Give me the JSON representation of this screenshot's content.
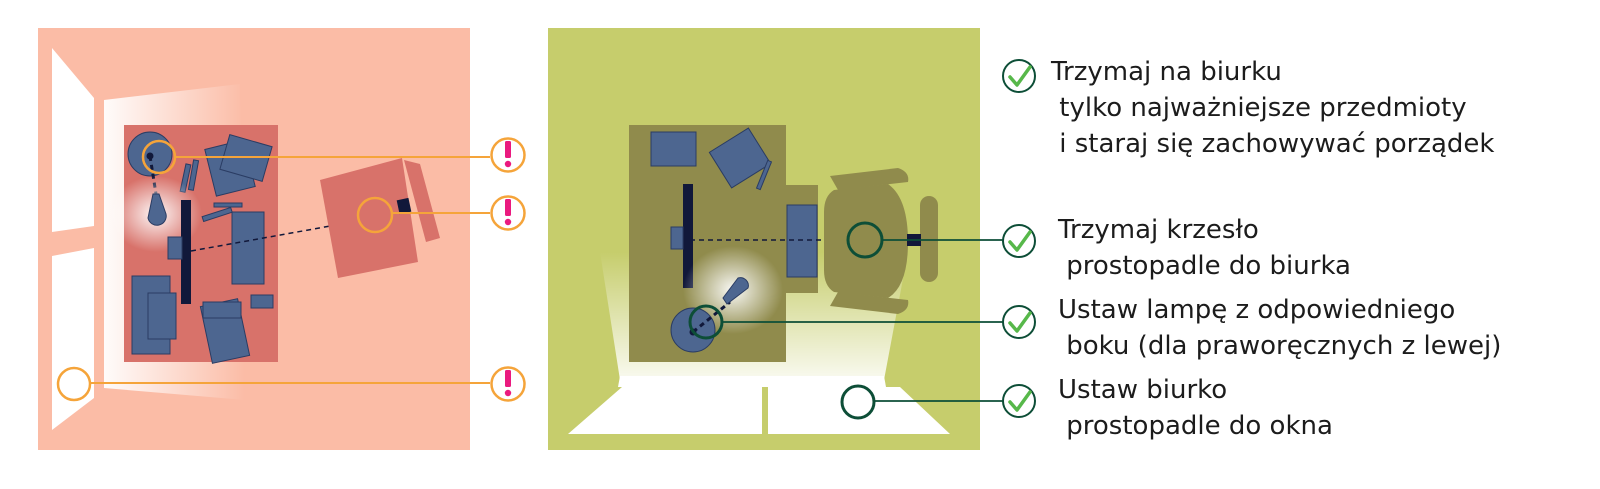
{
  "colors": {
    "bad_bg": "#fbbca6",
    "bad_desk": "#d8726a",
    "good_bg": "#c6cd6c",
    "good_desk": "#908b4c",
    "items": "#4d6690",
    "monitor": "#11183a",
    "bad_marker": "#f5a43a",
    "bad_accent": "#ea1a7f",
    "good_marker": "#0d4e37",
    "good_check": "#57b84a"
  },
  "icons": {
    "warning": "exclamation-icon",
    "ok": "checkmark-icon"
  },
  "tips": [
    {
      "lines": [
        "Trzymaj na biurku",
        " tylko najważniejsze przedmioty",
        " i staraj się zachowywać porządek"
      ]
    },
    {
      "lines": [
        "Trzymaj krzesło",
        " prostopadle do biurka"
      ]
    },
    {
      "lines": [
        "Ustaw lampę z odpowiedniego",
        " boku (dla praworęcznych z lewej)"
      ]
    },
    {
      "lines": [
        "Ustaw biurko",
        " prostopadle do okna"
      ]
    }
  ]
}
